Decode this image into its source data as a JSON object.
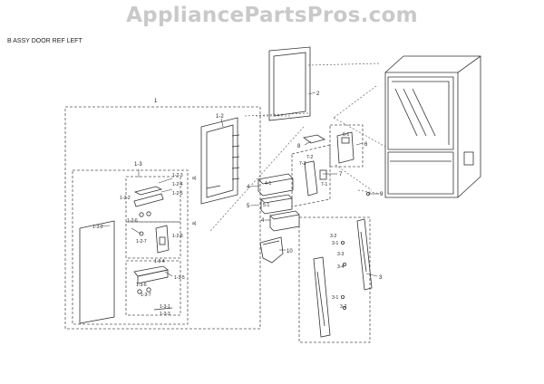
{
  "watermark": "AppliancePartsPros.com",
  "section_title": "B ASSY DOOR REF LEFT",
  "callouts": {
    "c1": "1",
    "c1_2": "1-2",
    "c1_3": "1-3",
    "c1_3_2": "1-3-2",
    "c1_2_2": "1-2-2",
    "c1_2_3": "1-2-3",
    "c1_2_4": "1-2-4",
    "c1_2_5": "1-2-5",
    "c1_2_6": "1-2-6",
    "c1_2_7": "1-2-7",
    "c1_2_8": "1-2-8",
    "c1_3_1": "1-3-1",
    "c1_3_3": "1-3-3",
    "c1_3_4": "1-3-4",
    "c1_3_5": "1-3-5",
    "c1_3_6": "1-3-6",
    "c1_3_7": "1-3-7",
    "c2": "2",
    "c3": "3",
    "c3_1": "3-1",
    "c3_1b": "3-1",
    "c3_2": "3-2",
    "c3_2b": "3-2",
    "c3_3": "3-3",
    "c3_4": "3-4",
    "c4": "4",
    "c4b": "4",
    "c4_1": "4-1",
    "c5": "5",
    "c5_1": "5-1",
    "c6": "6",
    "c6_1": "6-1",
    "c7": "7",
    "c7_1": "7-1",
    "c7_2": "7-2",
    "c7_3": "7-3",
    "c8": "8",
    "c9": "9",
    "c10": "10",
    "ga": "a)",
    "gb": "a)"
  }
}
